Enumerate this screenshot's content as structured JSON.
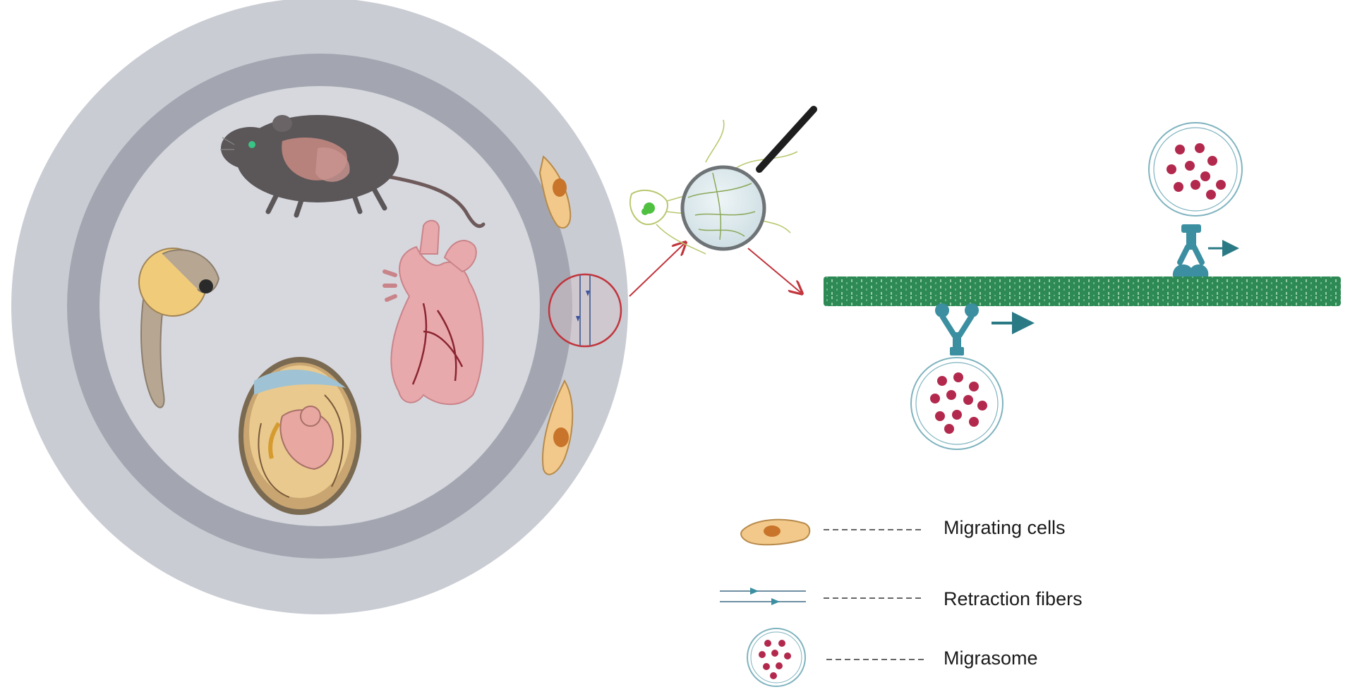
{
  "legend": {
    "items": [
      {
        "label": "Migrating cells",
        "icon": "migrating-cell-icon"
      },
      {
        "label": "Retraction fibers",
        "icon": "retraction-fibers-icon"
      },
      {
        "label": "Migrasome",
        "icon": "migrasome-icon"
      }
    ]
  },
  "colors": {
    "outer_disc": "#c9ccd3",
    "ring": "#a3a6b0",
    "inner_disc": "#d6d8de",
    "cell_fill": "#f2c98a",
    "cell_nucleus": "#c8742a",
    "fiber_green": "#2e8a55",
    "fiber_stripe": "#bfe9c9",
    "receptor_teal": "#3b8fa0",
    "vesicle_red": "#b2294d",
    "highlight_red": "#c2343c",
    "arrow_teal": "#2a7a86",
    "fiber_line": "#6f8fa3"
  }
}
